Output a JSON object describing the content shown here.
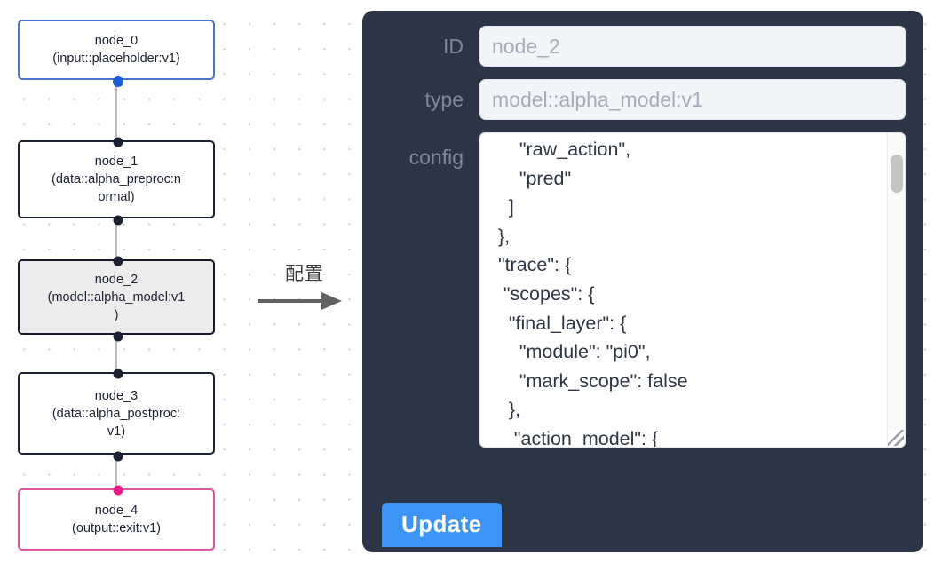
{
  "graph": {
    "nodes": [
      {
        "id": "node_0",
        "label": "node_0\n(input::placeholder:v1)",
        "kind": "input",
        "selected": false
      },
      {
        "id": "node_1",
        "label": "node_1\n(data::alpha_preproc:n\normal)",
        "kind": "default",
        "selected": false
      },
      {
        "id": "node_2",
        "label": "node_2\n(model::alpha_model:v1\n)",
        "kind": "default",
        "selected": true
      },
      {
        "id": "node_3",
        "label": "node_3\n(data::alpha_postproc:\nv1)",
        "kind": "default",
        "selected": false
      },
      {
        "id": "node_4",
        "label": "node_4\n(output::exit:v1)",
        "kind": "output",
        "selected": false
      }
    ],
    "edges": [
      {
        "from": "node_0",
        "to": "node_1"
      },
      {
        "from": "node_1",
        "to": "node_2"
      },
      {
        "from": "node_2",
        "to": "node_3"
      },
      {
        "from": "node_3",
        "to": "node_4"
      }
    ]
  },
  "annotation": {
    "caption": "配置",
    "arrow_icon": "arrow-right-icon"
  },
  "panel": {
    "fields": {
      "id": {
        "label": "ID",
        "value": "node_2"
      },
      "type": {
        "label": "type",
        "value": "model::alpha_model:v1"
      },
      "config": {
        "label": "config",
        "value": "      \"raw_action\",\n      \"pred\"\n    ]\n  },\n  \"trace\": {\n   \"scopes\": {\n    \"final_layer\": {\n      \"module\": \"pi0\",\n      \"mark_scope\": false\n    },\n     \"action_model\": {"
      }
    },
    "update_button": "Update"
  },
  "colors": {
    "panel_bg": "#2c3545",
    "accent_button": "#3d94f6",
    "input_node_border": "#4a74c9",
    "output_node_border": "#e0559c",
    "node_border": "#1d2233",
    "selected_node_bg": "#ececec",
    "port_blue": "#1a5fd0",
    "port_pink": "#ec1a87",
    "label_gray": "#7e8795"
  }
}
